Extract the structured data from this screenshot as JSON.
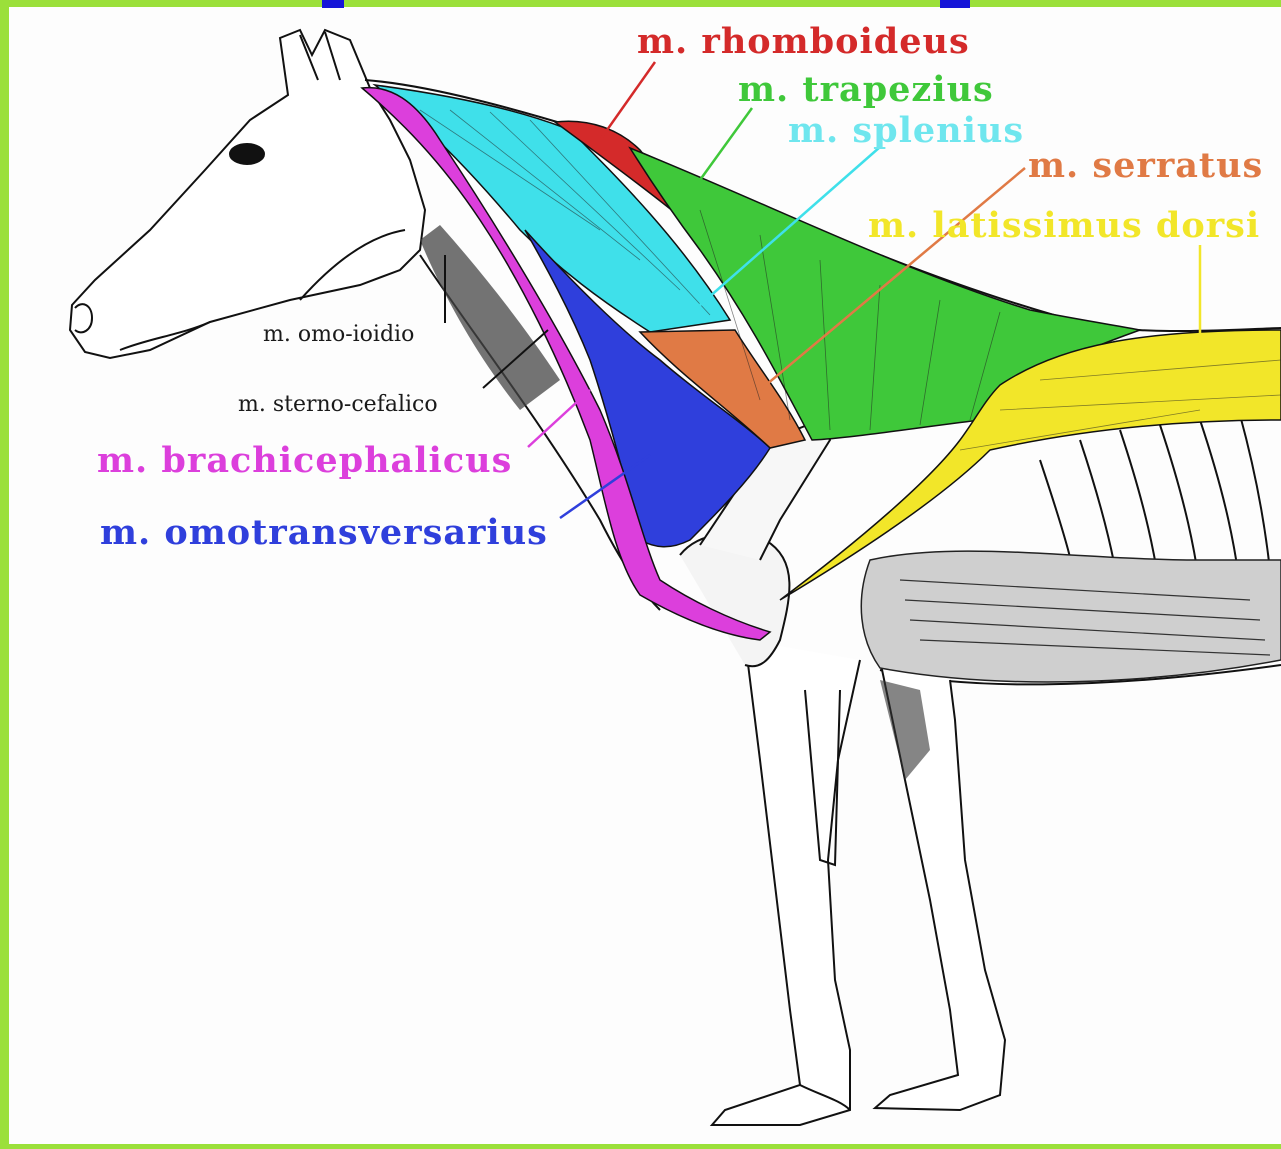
{
  "labels": {
    "rhomboideus": "m. rhomboideus",
    "trapezius": "m. trapezius",
    "splenius": "m. splenius",
    "serratus": "m. serratus",
    "latissimus": "m. latissimus dorsi",
    "omo_ioidio": "m. omo-ioidio",
    "sterno_cefalico": "m. sterno-cefalico",
    "brachicephalicus": "m. brachicephalicus",
    "omotransversarius": "m. omotransversarius"
  },
  "colors": {
    "rhomboideus": "#d42a2a",
    "trapezius": "#3fc83a",
    "splenius": "#3fe0ea",
    "serratus": "#e07a45",
    "latissimus": "#f2e629",
    "brachicephalicus": "#dc3fdc",
    "omotransversarius": "#2f3fdc",
    "frame": "#9be03a",
    "title_fragment": "#1616d8"
  }
}
